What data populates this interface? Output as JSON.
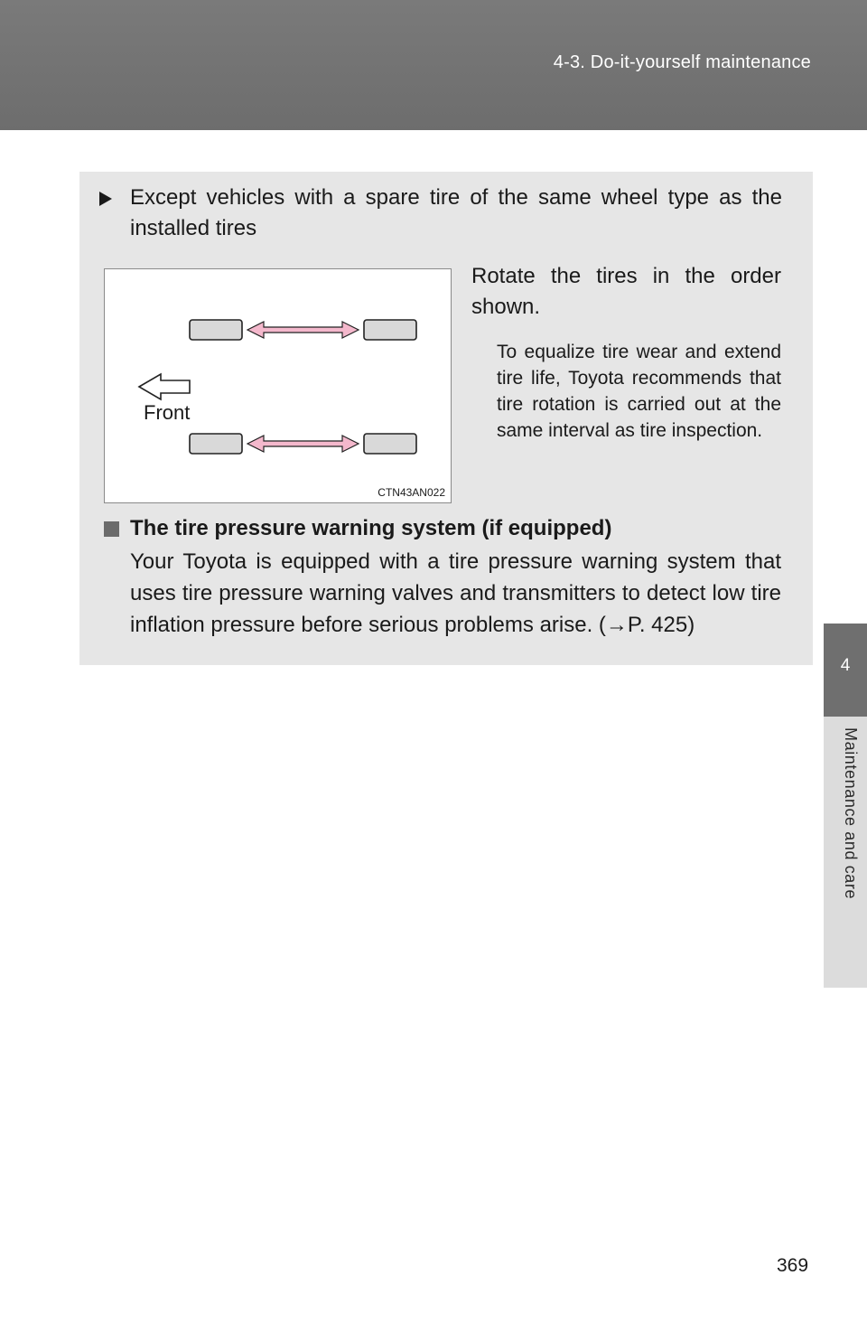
{
  "header": {
    "section": "4-3. Do-it-yourself maintenance"
  },
  "side_tab": {
    "chapter_number": "4",
    "chapter_label": "Maintenance and care"
  },
  "panel": {
    "bullet": "Except vehicles with a spare tire of the same wheel type as the installed tires",
    "instruction": "Rotate the tires in the order shown.",
    "note": "To equalize tire wear and extend tire life, Toyota recommends that tire rotation is carried out at the same interval as tire inspection.",
    "figure": {
      "front_label": "Front",
      "code": "CTN43AN022"
    },
    "section_title": "The tire pressure warning system (if equipped)",
    "section_body": "Your Toyota is equipped with a tire pressure warning system that uses tire pressure warning valves and transmitters to detect low tire inflation pressure before serious problems arise. (→P. 425)"
  },
  "page_number": "369"
}
